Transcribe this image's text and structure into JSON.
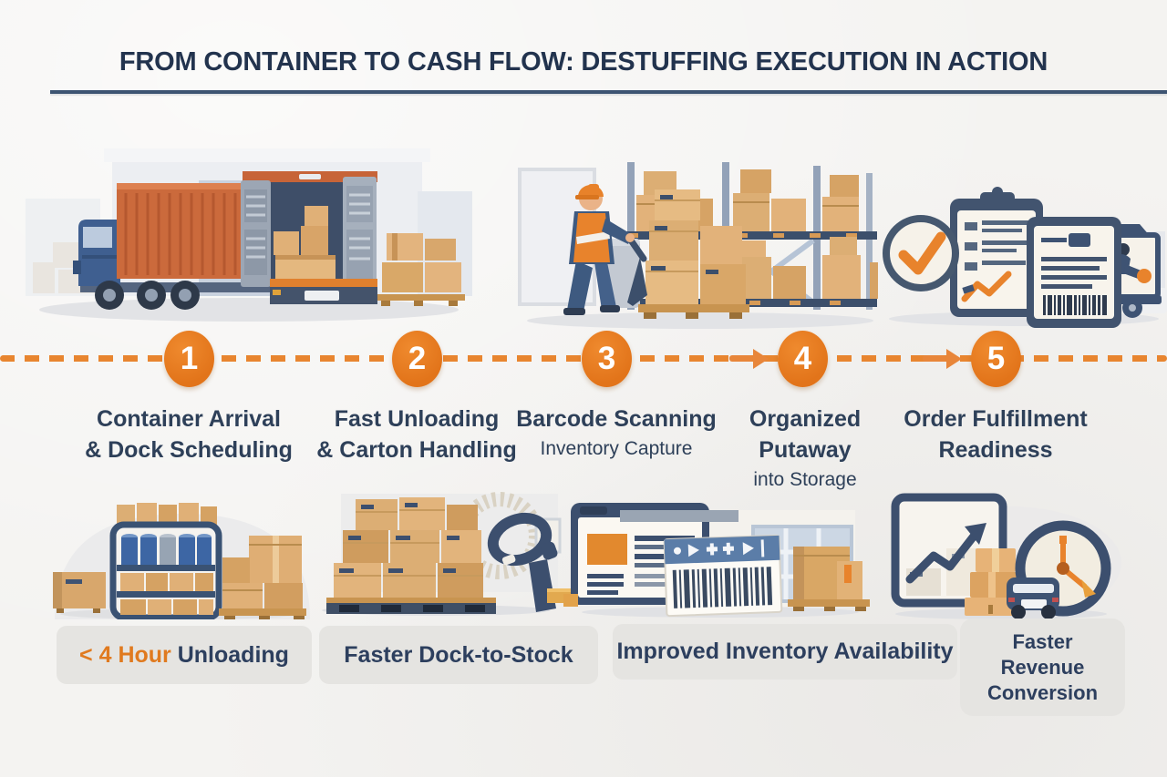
{
  "title": "FROM CONTAINER TO CASH FLOW: DESTUFFING EXECUTION IN ACTION",
  "colors": {
    "accent_orange": "#E2741A",
    "dash_orange": "#E8852F",
    "navy_text": "#2E4059",
    "title_navy": "#22334E",
    "background": "#F4F3F1",
    "badge_background": "#E5E4E1",
    "illustration_navy": "#3C4F6E",
    "container_orange": "#CB6A3C",
    "carton_tan": "#DFAE74"
  },
  "timeline": {
    "steps": [
      {
        "number": "1",
        "lines": [
          "Container Arrival",
          "& Dock Scheduling"
        ],
        "sub": []
      },
      {
        "number": "2",
        "lines": [
          "Fast Unloading",
          "& Carton Handling"
        ],
        "sub": []
      },
      {
        "number": "3",
        "lines": [
          "Barcode Scanning"
        ],
        "sub": [
          "Inventory Capture"
        ]
      },
      {
        "number": "4",
        "lines": [
          "Organized",
          "Putaway"
        ],
        "sub": [
          "into Storage"
        ]
      },
      {
        "number": "5",
        "lines": [
          "Order Fulfillment",
          "Readiness"
        ],
        "sub": []
      }
    ]
  },
  "badges": [
    {
      "highlight": "< 4 Hour",
      "rest": " Unloading"
    },
    {
      "rest": "Faster Dock-to-Stock"
    },
    {
      "rest": "Improved Inventory Availability"
    },
    {
      "lines": [
        "Faster",
        "Revenue",
        "Conversion"
      ]
    }
  ],
  "scenes": {
    "top": [
      "container-truck-unloading",
      "warehouse-racking-worker",
      "checklist-documents-dispatch"
    ],
    "bottom": [
      "dock-shelf-inventory",
      "pallet-barcode-scanner",
      "inventory-system-barcode-label",
      "growth-chart-clock-delivery"
    ]
  }
}
